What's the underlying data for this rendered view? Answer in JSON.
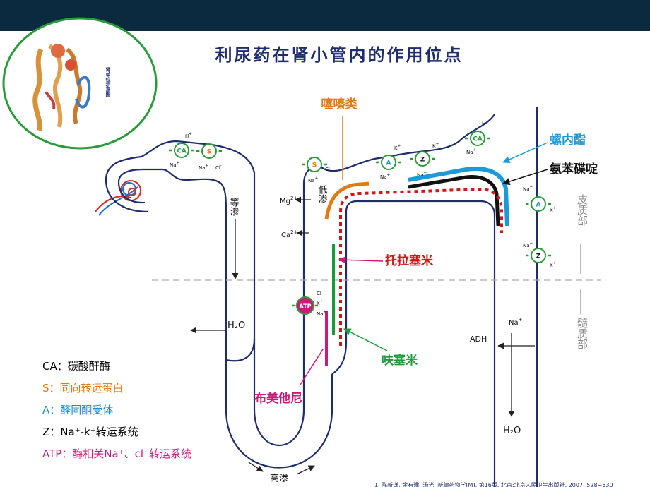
{
  "title": "利尿药在肾小管内的作用位点",
  "inset_label": "肾单位示意图",
  "labels": {
    "thiazides": "噻嗪类",
    "spironolactone": "螺内酯",
    "triamterene": "氨苯碟啶",
    "torasemide": "托拉塞米",
    "furosemide": "呋塞米",
    "bumetanide": "布美他尼",
    "cortex": "皮质部",
    "medulla": "髓质部",
    "isosmotic": "等渗",
    "hyposmotic": "低渗",
    "hyperosmotic": "高渗",
    "water_left": "H₂O",
    "water_right": "H₂O",
    "adh": "ADH",
    "mg": "Mg",
    "ca": "Ca",
    "na_right": "Na",
    "ion_na": "Na",
    "ion_k": "K",
    "ion_h": "H",
    "ion_cl": "Cl"
  },
  "transporters": {
    "ca": "CA",
    "s": "S",
    "a": "A",
    "z": "Z",
    "atp": "ATP"
  },
  "legend": [
    {
      "text": "CA：碳酸酐酶",
      "color": "#000000"
    },
    {
      "text": "S：同向转运蛋白",
      "color": "#e07b10"
    },
    {
      "text": "A：醛固酮受体",
      "color": "#1a8fd0"
    },
    {
      "text": "Z：Na⁺-k⁺转运系统",
      "color": "#000000"
    },
    {
      "text": "ATP：酶相关Na⁺、cl⁻转运系统",
      "color": "#d0187a"
    }
  ],
  "footnote": "1. 陈新谦, 金有豫, 汤光. 新编药物学[M]. 第16版. 北京:北京人民卫生出版社, 2007: 528~530",
  "colors": {
    "tubule": "#1f2d6e",
    "thiazide": "#e07b10",
    "spironolactone": "#1a9ad8",
    "triamterene": "#111111",
    "torasemide": "#1a9a3a",
    "furosemide_dots": "#d01818",
    "bumetanide": "#d0187a",
    "transporter_fill": "#2a9a3a",
    "background_bar": "#0b2a40"
  }
}
